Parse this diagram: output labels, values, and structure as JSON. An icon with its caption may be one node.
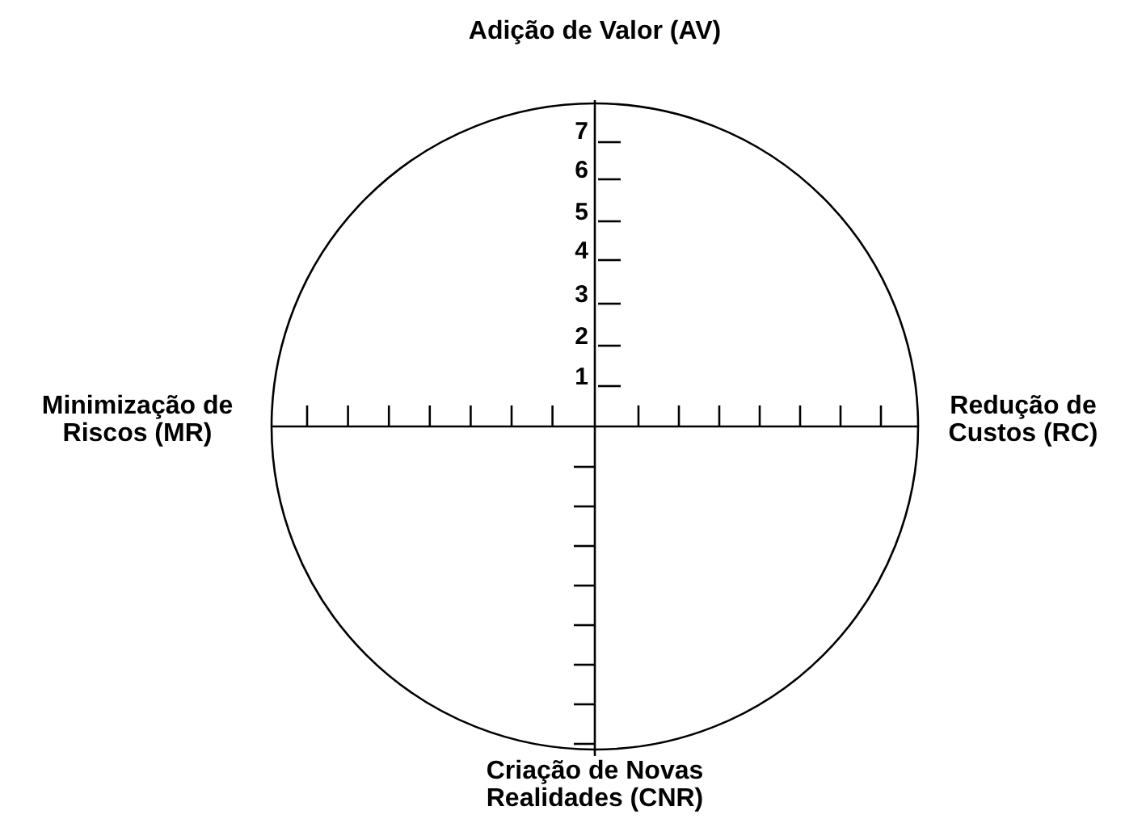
{
  "diagram": {
    "labels": [
      "Adição de Valor (AV)",
      "7",
      "6",
      "5",
      "4",
      "3",
      "2",
      "1",
      "Minimização de Riscos (MR)",
      "Redução de Custos (RC)",
      "Criação de Novas Realidades (CNR)"
    ]
  }
}
